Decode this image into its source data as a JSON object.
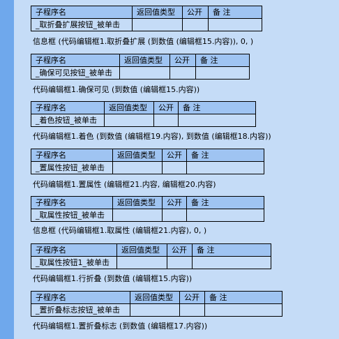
{
  "headers": {
    "name": "子程序名",
    "ret": "返回值类型",
    "pub": "公开",
    "note": "备 注"
  },
  "blocks": [
    {
      "name": "_取折叠扩展按钮_被单击",
      "code": "信息框 (代码编辑框1.取折叠扩展 (到数值 (编辑框15.内容)), 0, )"
    },
    {
      "name": "_确保可见按钮_被单击",
      "code": "代码编辑框1.确保可见 (到数值 (编辑框15.内容))"
    },
    {
      "name": "_着色按钮_被单击",
      "code": "代码编辑框1.着色 (到数值 (编辑框19.内容), 到数值 (编辑框18.内容))"
    },
    {
      "name": "_置属性按钮_被单击",
      "code": "代码编辑框1.置属性 (编辑框21.内容, 编辑框20.内容)"
    },
    {
      "name": "_取属性按钮_被单击",
      "code": "信息框 (代码编辑框1.取属性 (编辑框21.内容), 0, )"
    },
    {
      "name": "_取属性按钮1_被单击",
      "code": "代码编辑框1.行折叠 (到数值 (编辑框15.内容))"
    },
    {
      "name": "_置折叠标志按钮_被单击",
      "code": "代码编辑框1.置折叠标志 (到数值 (编辑框17.内容))"
    }
  ]
}
